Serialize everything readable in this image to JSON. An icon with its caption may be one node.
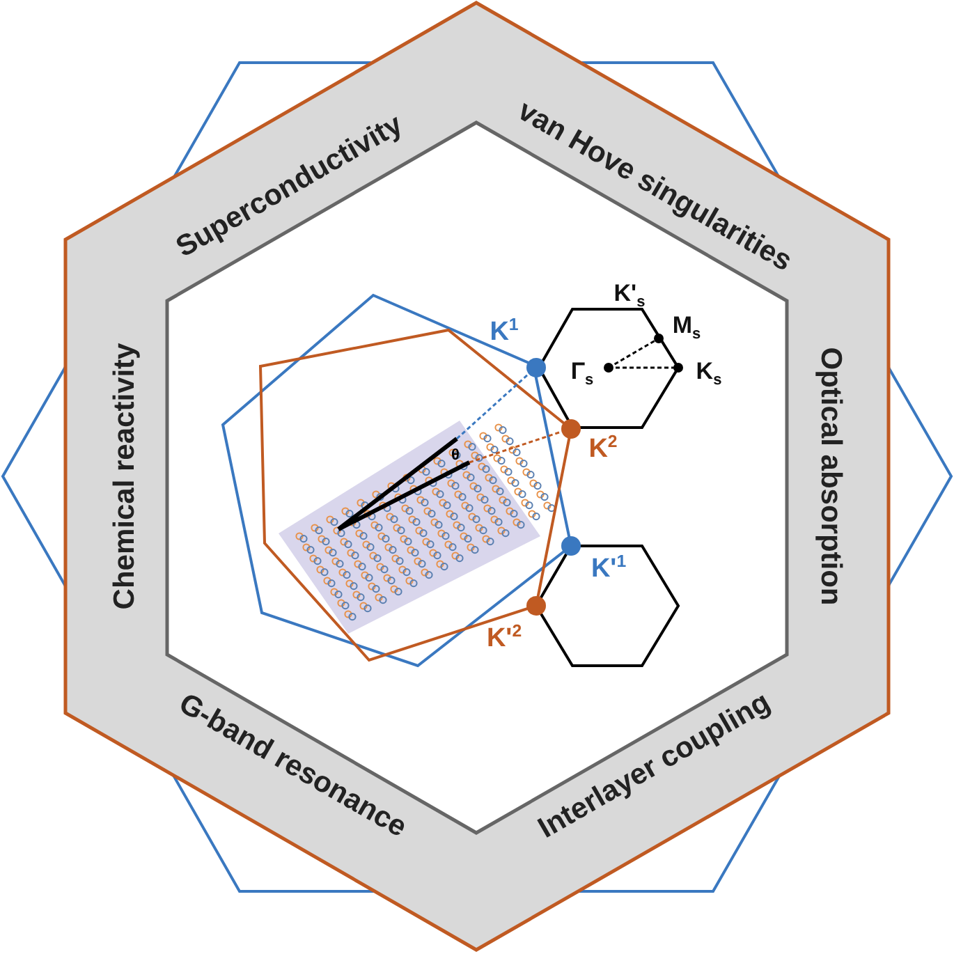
{
  "diagram": {
    "labels": [
      "Superconductivity",
      "van Hove singularities",
      "Chemical reactivity",
      "Optical absorption",
      "G-band resonance",
      "Interlayer coupling",
      "K'$_{s}$",
      "K$^{1}$",
      "M$_{s}$",
      "Γ$_{s}$",
      "K$_{s}$",
      "K$^{2}$",
      "θ",
      "K'$^{1}$",
      "K'$^{2}$"
    ]
  }
}
